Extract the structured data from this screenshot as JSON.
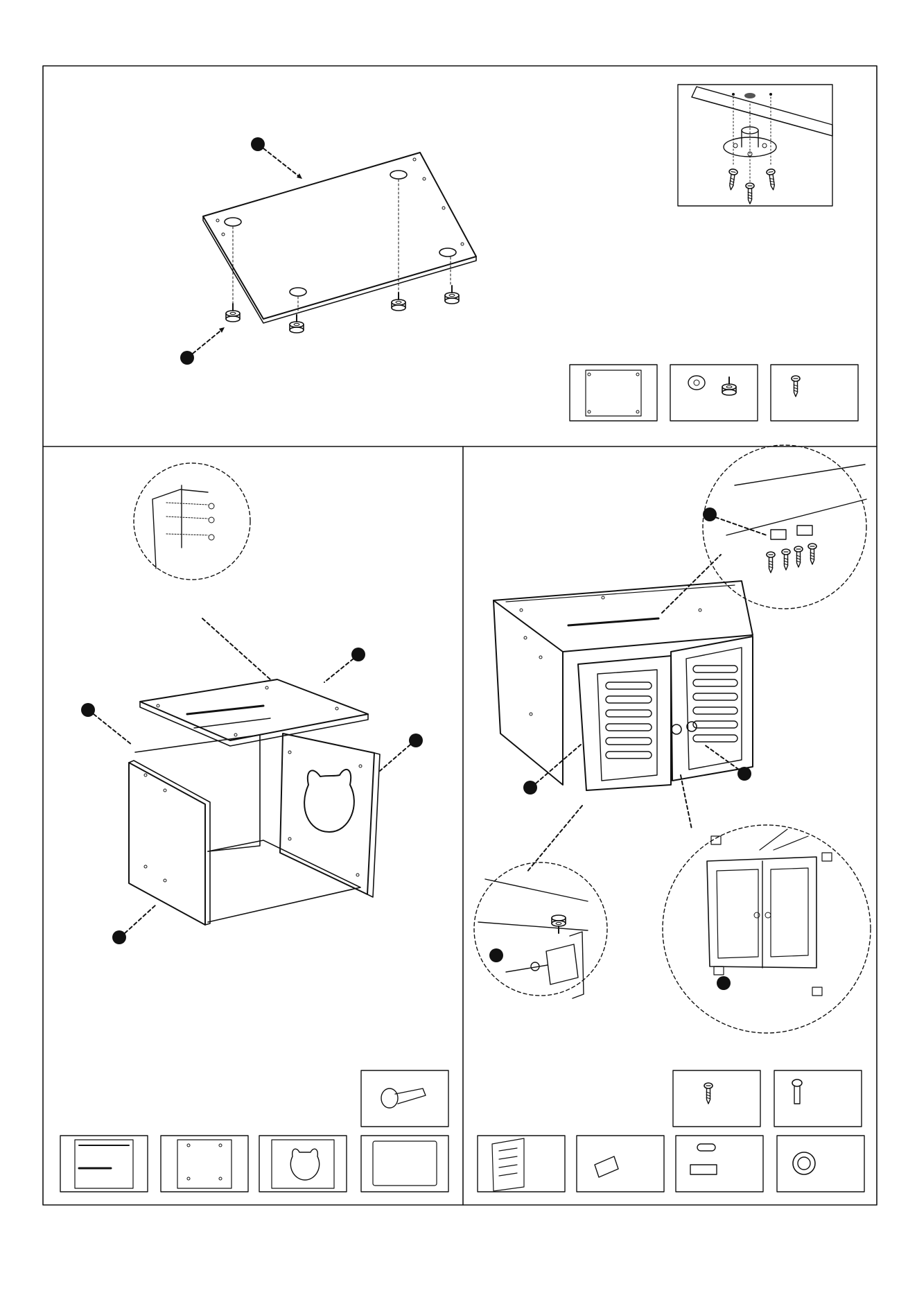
{
  "page": {
    "background": "#ffffff",
    "ink_color": "#111111",
    "panel_count": 3
  },
  "panels": [
    {
      "id": "top",
      "parts": [
        "base-board",
        "caster-leveler",
        "screw"
      ],
      "callout_markers": 2,
      "detail_views": 1,
      "part_tiles": 3
    },
    {
      "id": "bottom-left",
      "parts": [
        "top-board",
        "side-board",
        "side-board-cat-door",
        "blank-panel",
        "cam-lock-dowel"
      ],
      "callout_markers": 4,
      "detail_views": 1,
      "part_tiles": 5
    },
    {
      "id": "bottom-right",
      "parts": [
        "screw",
        "small-screw",
        "louvered-door",
        "hinge",
        "magnetic-catch",
        "door-knob"
      ],
      "callout_markers": 5,
      "detail_views": 3,
      "part_tiles": 6
    }
  ]
}
